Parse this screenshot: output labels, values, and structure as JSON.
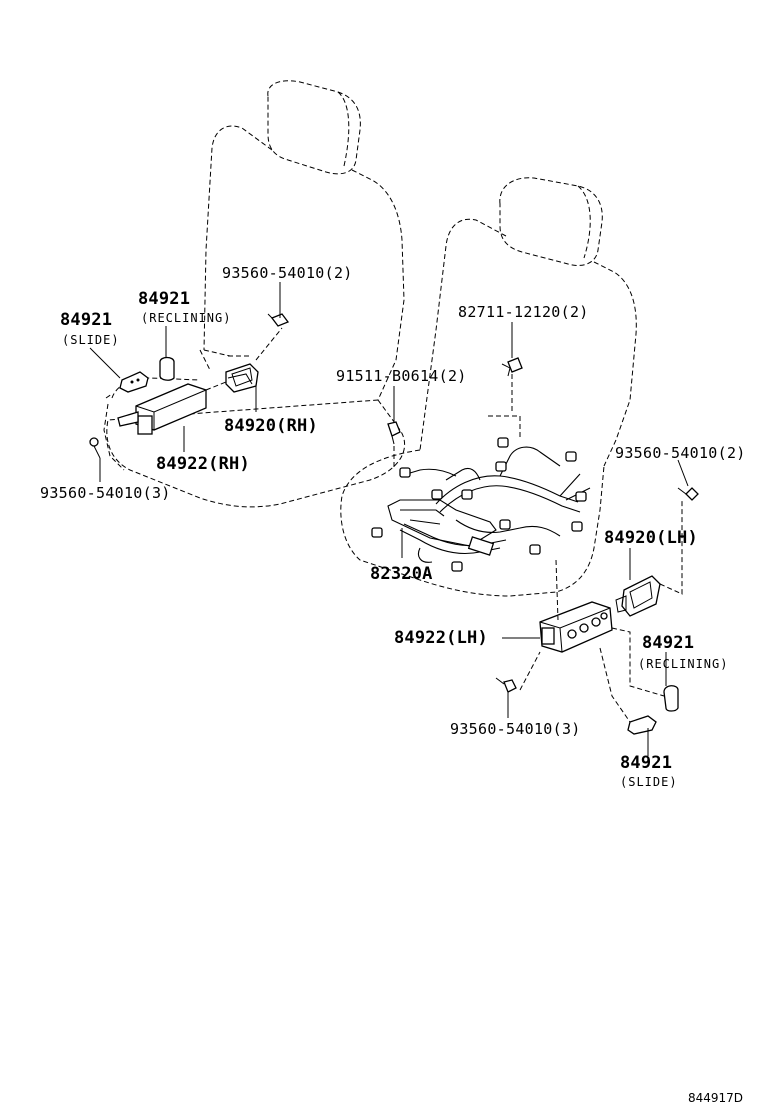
{
  "labels": {
    "p_84921_slide_rh": "84921",
    "p_84921_slide_rh_sub": "(SLIDE)",
    "p_84921_recl_rh": "84921",
    "p_84921_recl_rh_sub": "(RECLINING)",
    "p_93560_2_top": "93560-54010(2)",
    "p_84920_rh": "84920(RH)",
    "p_84922_rh": "84922(RH)",
    "p_93560_3_left": "93560-54010(3)",
    "p_82711": "82711-12120(2)",
    "p_91511": "91511-B0614(2)",
    "p_93560_2_right": "93560-54010(2)",
    "p_84920_lh": "84920(LH)",
    "p_82320a": "82320A",
    "p_84922_lh": "84922(LH)",
    "p_84921_recl_lh": "84921",
    "p_84921_recl_lh_sub": "(RECLINING)",
    "p_93560_3_bottom": "93560-54010(3)",
    "p_84921_slide_lh": "84921",
    "p_84921_slide_lh_sub": "(SLIDE)",
    "figure_ref": "844917D"
  }
}
